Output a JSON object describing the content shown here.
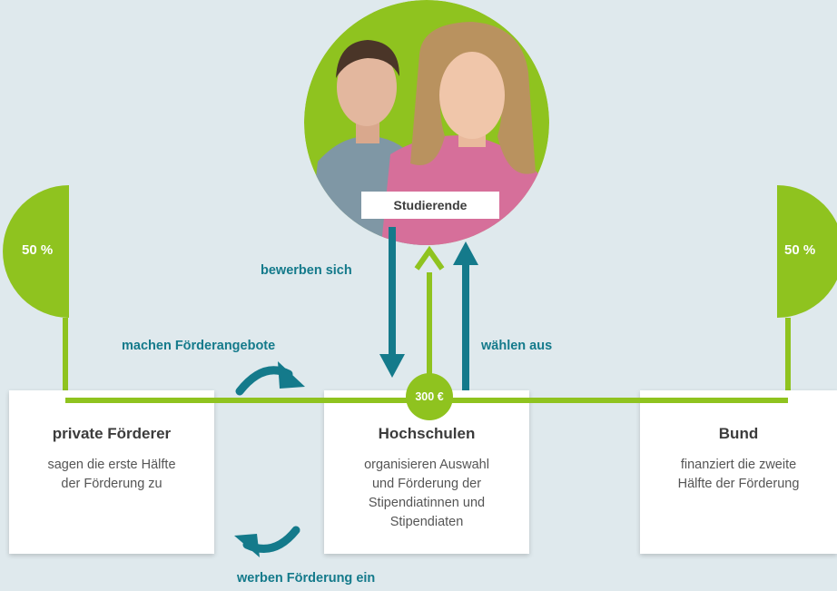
{
  "colors": {
    "green": "#8fc31f",
    "teal": "#147a8b",
    "background": "#dfe9ed"
  },
  "students": {
    "label": "Studierende",
    "image": "two-students-photo"
  },
  "left_share": {
    "percent": "50 %"
  },
  "right_share": {
    "percent": "50 %"
  },
  "flows": {
    "apply": "bewerben sich",
    "select": "wählen aus",
    "offers": "machen Förderangebote",
    "recruit": "werben Förderung ein"
  },
  "amount": "300 €",
  "boxes": {
    "private": {
      "title": "private Förderer",
      "text": "sagen die erste Hälfte\nder Förderung zu"
    },
    "university": {
      "title": "Hochschulen",
      "text": "organisieren Auswahl\nund Förderung der\nStipendiatinnen und\nStipendiaten"
    },
    "federal": {
      "title": "Bund",
      "text": "finanziert die zweite\nHälfte der Förderung"
    }
  }
}
